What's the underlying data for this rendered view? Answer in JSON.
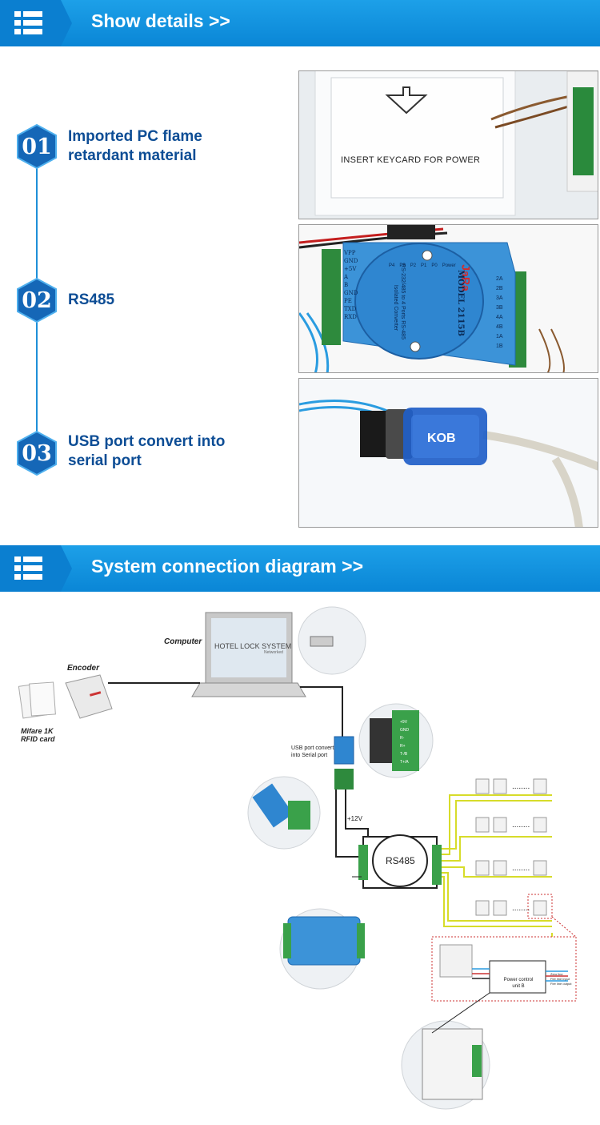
{
  "section1": {
    "title": "Show details >>"
  },
  "features": [
    {
      "num": "01",
      "line1": "Imported PC flame",
      "line2": "retardant material"
    },
    {
      "num": "02",
      "line1": "RS485",
      "line2": ""
    },
    {
      "num": "03",
      "line1": "USB port convert into",
      "line2": "serial port"
    }
  ],
  "photo1": {
    "caption": "INSERT KEYCARD FOR POWER"
  },
  "photo2": {
    "brand": "JaRa",
    "model": "MODEL 2115B",
    "desc1": "RS-232/485 to 4 Ports RS-485",
    "desc2": "Isolated Converter",
    "left_pins": [
      "VPP",
      "GND",
      "+5V",
      "A",
      "B",
      "GND",
      "PE",
      "TXD",
      "RXD"
    ],
    "right_pins": [
      "2A",
      "2B",
      "3A",
      "3B",
      "4A",
      "4B",
      "1A",
      "1B"
    ],
    "leds": [
      "P4",
      "P3",
      "P2",
      "P1",
      "P0",
      "Power"
    ]
  },
  "photo3": {
    "brand": "KOB"
  },
  "section2": {
    "title": "System connection diagram >>"
  },
  "diagram": {
    "computer_label": "Computer",
    "screen_text": "HOTEL LOCK SYSTEM",
    "screen_sub": "Networked",
    "encoder_label": "Encoder",
    "card_label1": "Mifare 1K",
    "card_label2": "RFID card",
    "usb_label1": "USB port convert",
    "usb_label2": "into Serial port",
    "v12": "+12V",
    "rs485": "RS485",
    "pins": [
      "+9V",
      "GND",
      "R-",
      "R+",
      "T-/B",
      "T+/A"
    ],
    "dots": "........",
    "power_unit1": "Power control",
    "power_unit2": "unit B",
    "power_lines": [
      "Zero line",
      "Fire line input",
      "Fire line output"
    ]
  }
}
